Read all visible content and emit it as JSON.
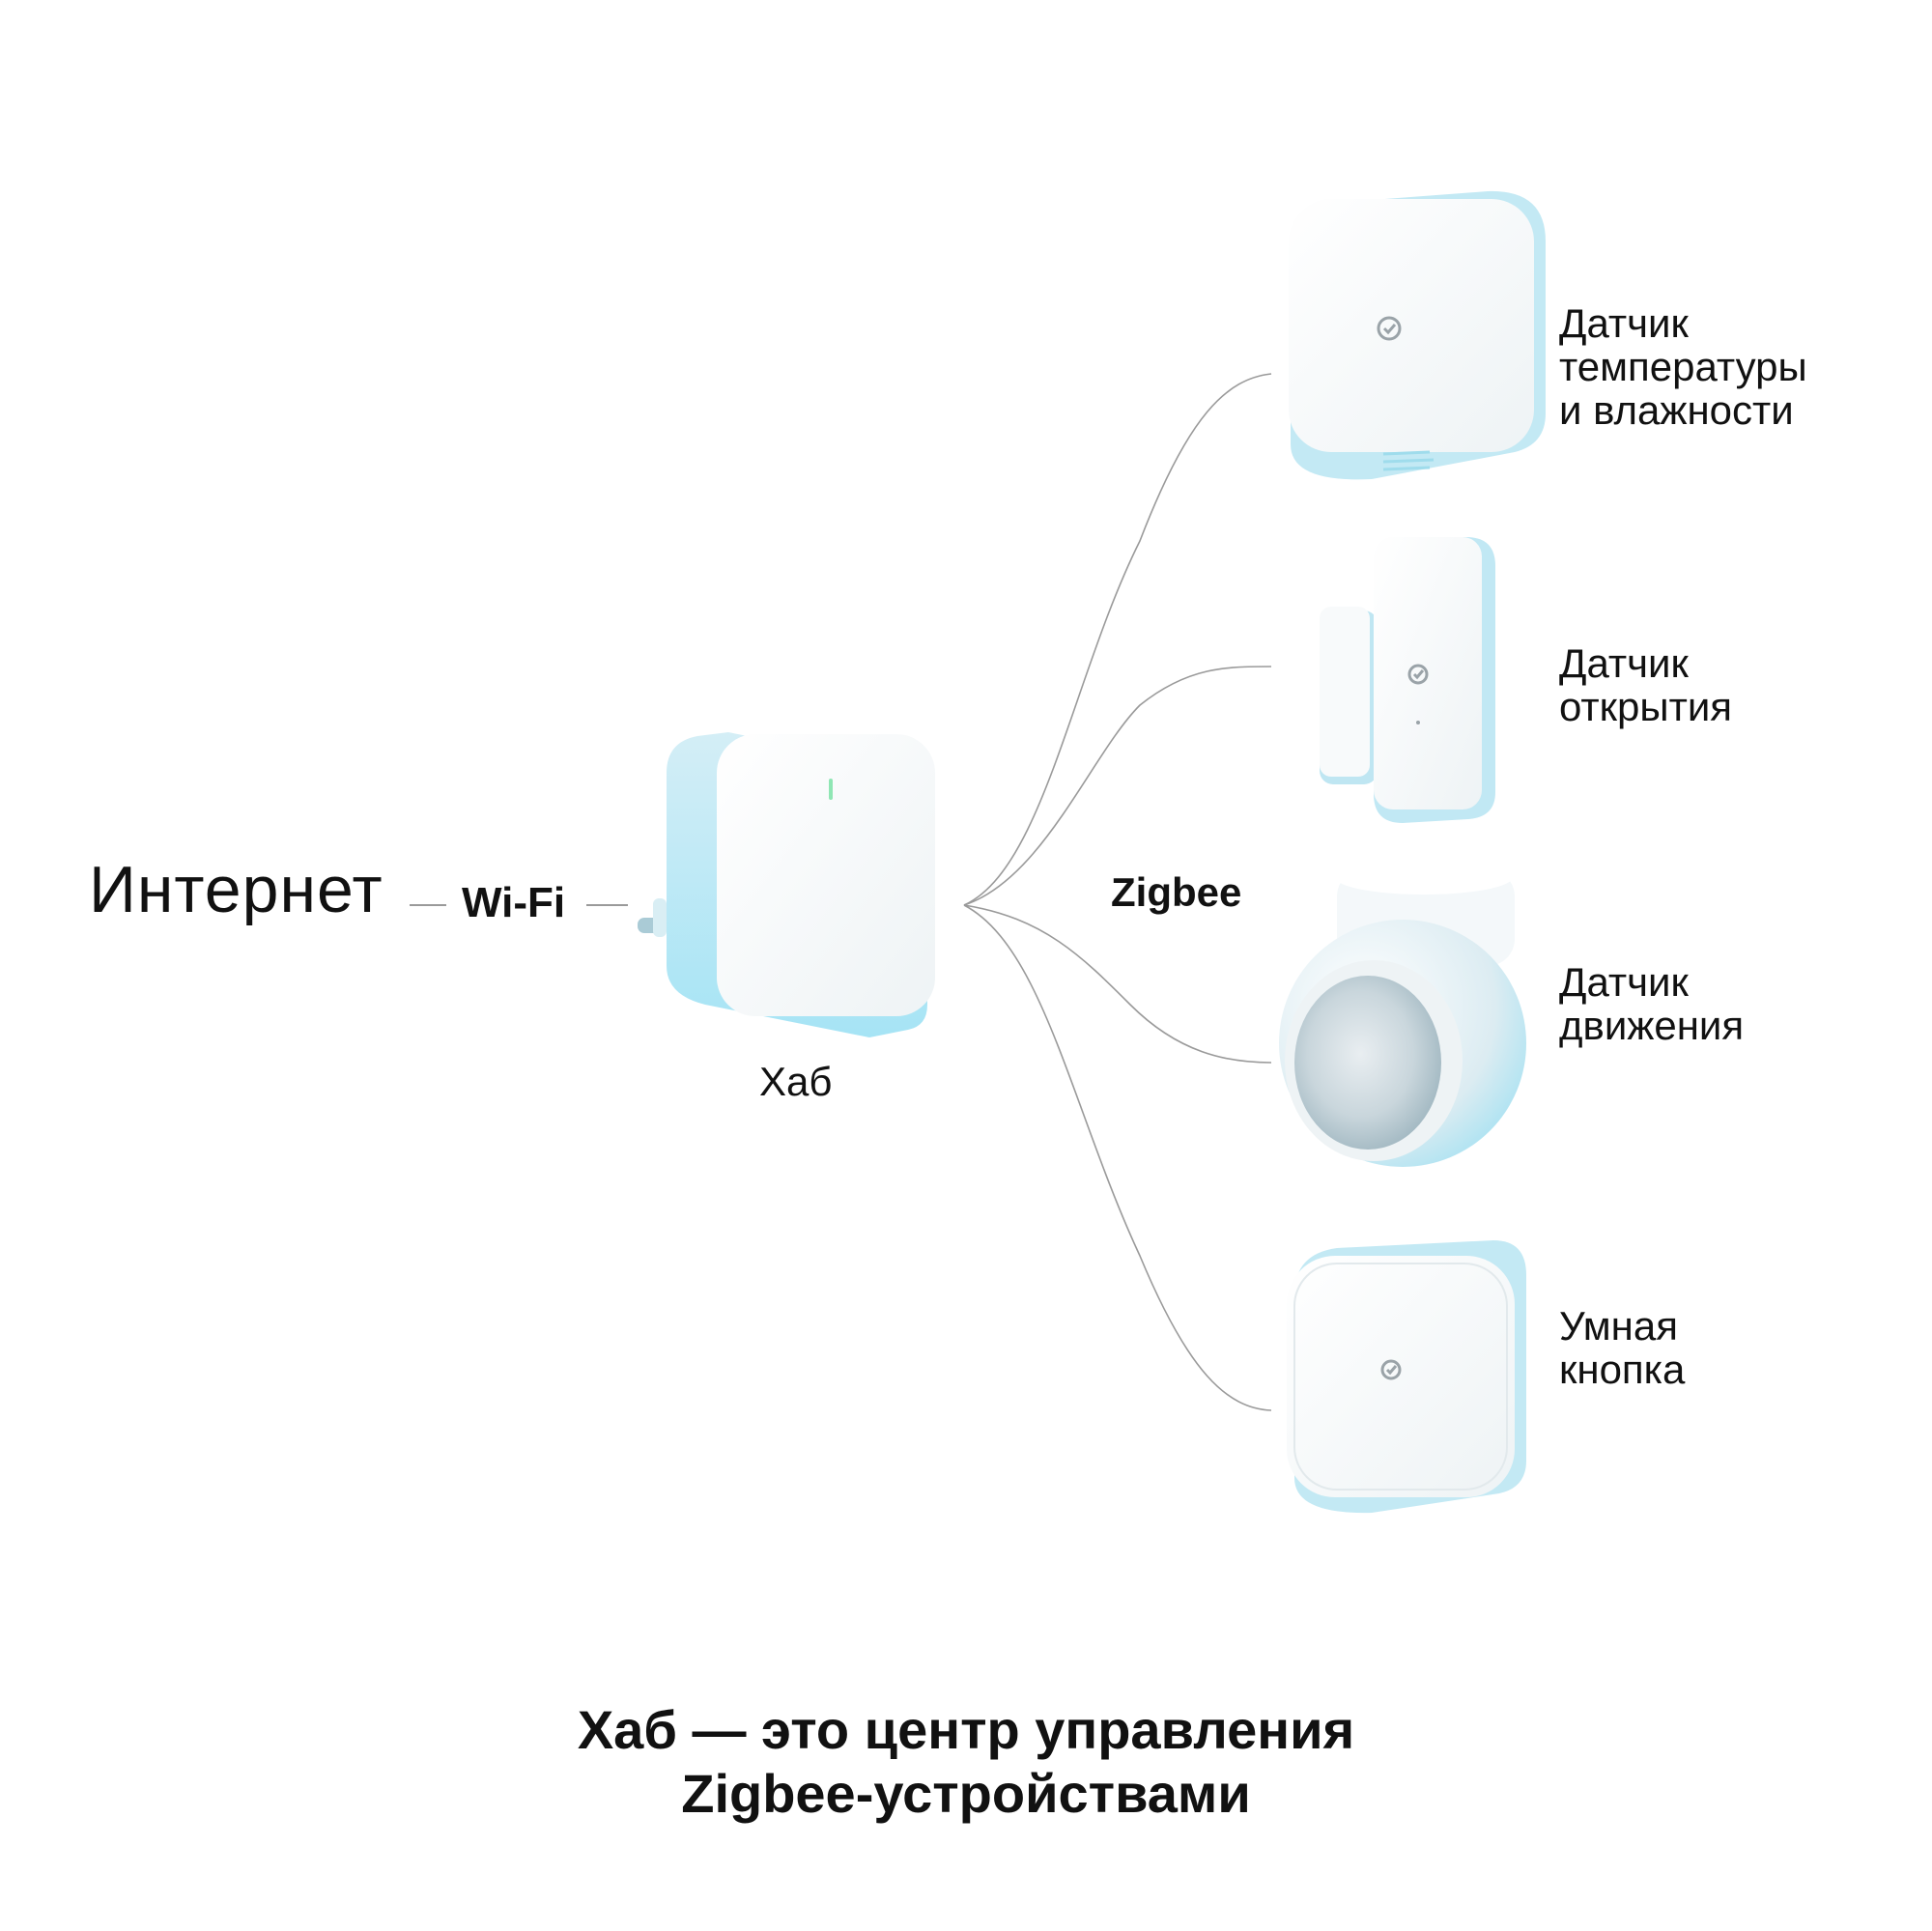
{
  "diagram": {
    "internet_label": "Интернет",
    "wifi_label": "Wi-Fi",
    "hub_label": "Хаб",
    "protocol_label": "Zigbee",
    "devices": [
      {
        "lines": [
          "Датчик",
          "температуры",
          "и влажности"
        ]
      },
      {
        "lines": [
          "Датчик",
          "открытия"
        ]
      },
      {
        "lines": [
          "Датчик",
          "движения"
        ]
      },
      {
        "lines": [
          "Умная",
          "кнопка"
        ]
      }
    ],
    "caption": {
      "line1": "Хаб — это центр управления",
      "line2": "Zigbee-устройствами"
    }
  },
  "colors": {
    "text": "#111111",
    "device_white": "#f7f9fa",
    "device_shadow_blue": "#b9e6f3",
    "connector_line": "#9a9a9a",
    "hub_led": "#8fe6b4"
  },
  "icons": [
    "plug-pin-icon",
    "led-indicator-icon",
    "brand-logo-icon"
  ]
}
